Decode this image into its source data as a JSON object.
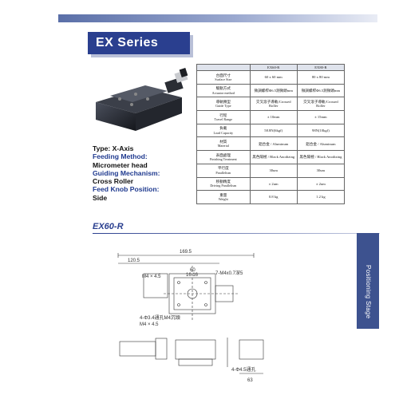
{
  "header": {
    "series_title": "EX  Series"
  },
  "product": {
    "type_label": "Type: X-Axis",
    "feeding_label": "Feeding Method:",
    "feeding_value": "Micrometer head",
    "guiding_label": "Guiding Mechanism:",
    "guiding_value": "Cross Roller",
    "knob_label": "Feed Knob Position:",
    "knob_value": "Side"
  },
  "spec_table": {
    "columns": [
      "EX60-R",
      "EX80-R"
    ],
    "rows": [
      {
        "zh": "台面尺寸",
        "en": "Surface Size",
        "v1": "60 x 60 mm",
        "v2": "80 x 80 mm"
      },
      {
        "zh": "驅動方式",
        "en": "Actuator method",
        "v1": "微調螺桿Φ6.5測微頭mm",
        "v2": "微調螺桿Φ6.5測微頭mm"
      },
      {
        "zh": "導軌類型",
        "en": "Guide Type",
        "v1": "交叉滾子導軌/Crossed Roller",
        "v2": "交叉滾子導軌/Crossed Roller"
      },
      {
        "zh": "行程",
        "en": "Travel Range",
        "v1": "± 10mm",
        "v2": "± 15mm"
      },
      {
        "zh": "負載",
        "en": "Load Capacity",
        "v1": "58.8N(6kgf)",
        "v2": "98N(10kgf)"
      },
      {
        "zh": "材質",
        "en": "Material",
        "v1": "鋁合金 / Aluminum",
        "v2": "鋁合金 / Aluminum"
      },
      {
        "zh": "表面處理",
        "en": "Finishing Treatment",
        "v1": "黑色陽極 / Black Anodizing",
        "v2": "黑色陽極 / Black Anodizing"
      },
      {
        "zh": "平行度",
        "en": "Parallelism",
        "v1": "30um",
        "v2": "30um"
      },
      {
        "zh": "移動精度",
        "en": "Driving Parallelism",
        "v1": "± 2um",
        "v2": "± 2um"
      },
      {
        "zh": "重量",
        "en": "Weight",
        "v1": "0.8 kg",
        "v2": "1.2 kg"
      }
    ]
  },
  "section": {
    "model_title": "EX60-R"
  },
  "sidetab": {
    "label": "Positioning Stage"
  },
  "drawing": {
    "dims": {
      "overall": "169.5",
      "left": "120.5",
      "top": "60",
      "inner": "16  16",
      "holes_a": "M4 × 4.5",
      "holes_b": "7-M4x0.7深5",
      "bottom_a": "4-Φ3.4通孔M4沉頭",
      "bottom_b": "M4 × 4.5",
      "base_a": "4-Φ4.5通孔",
      "base_b": "63"
    }
  },
  "colors": {
    "brand": "#2a3f8f",
    "tab": "#3d528f"
  }
}
